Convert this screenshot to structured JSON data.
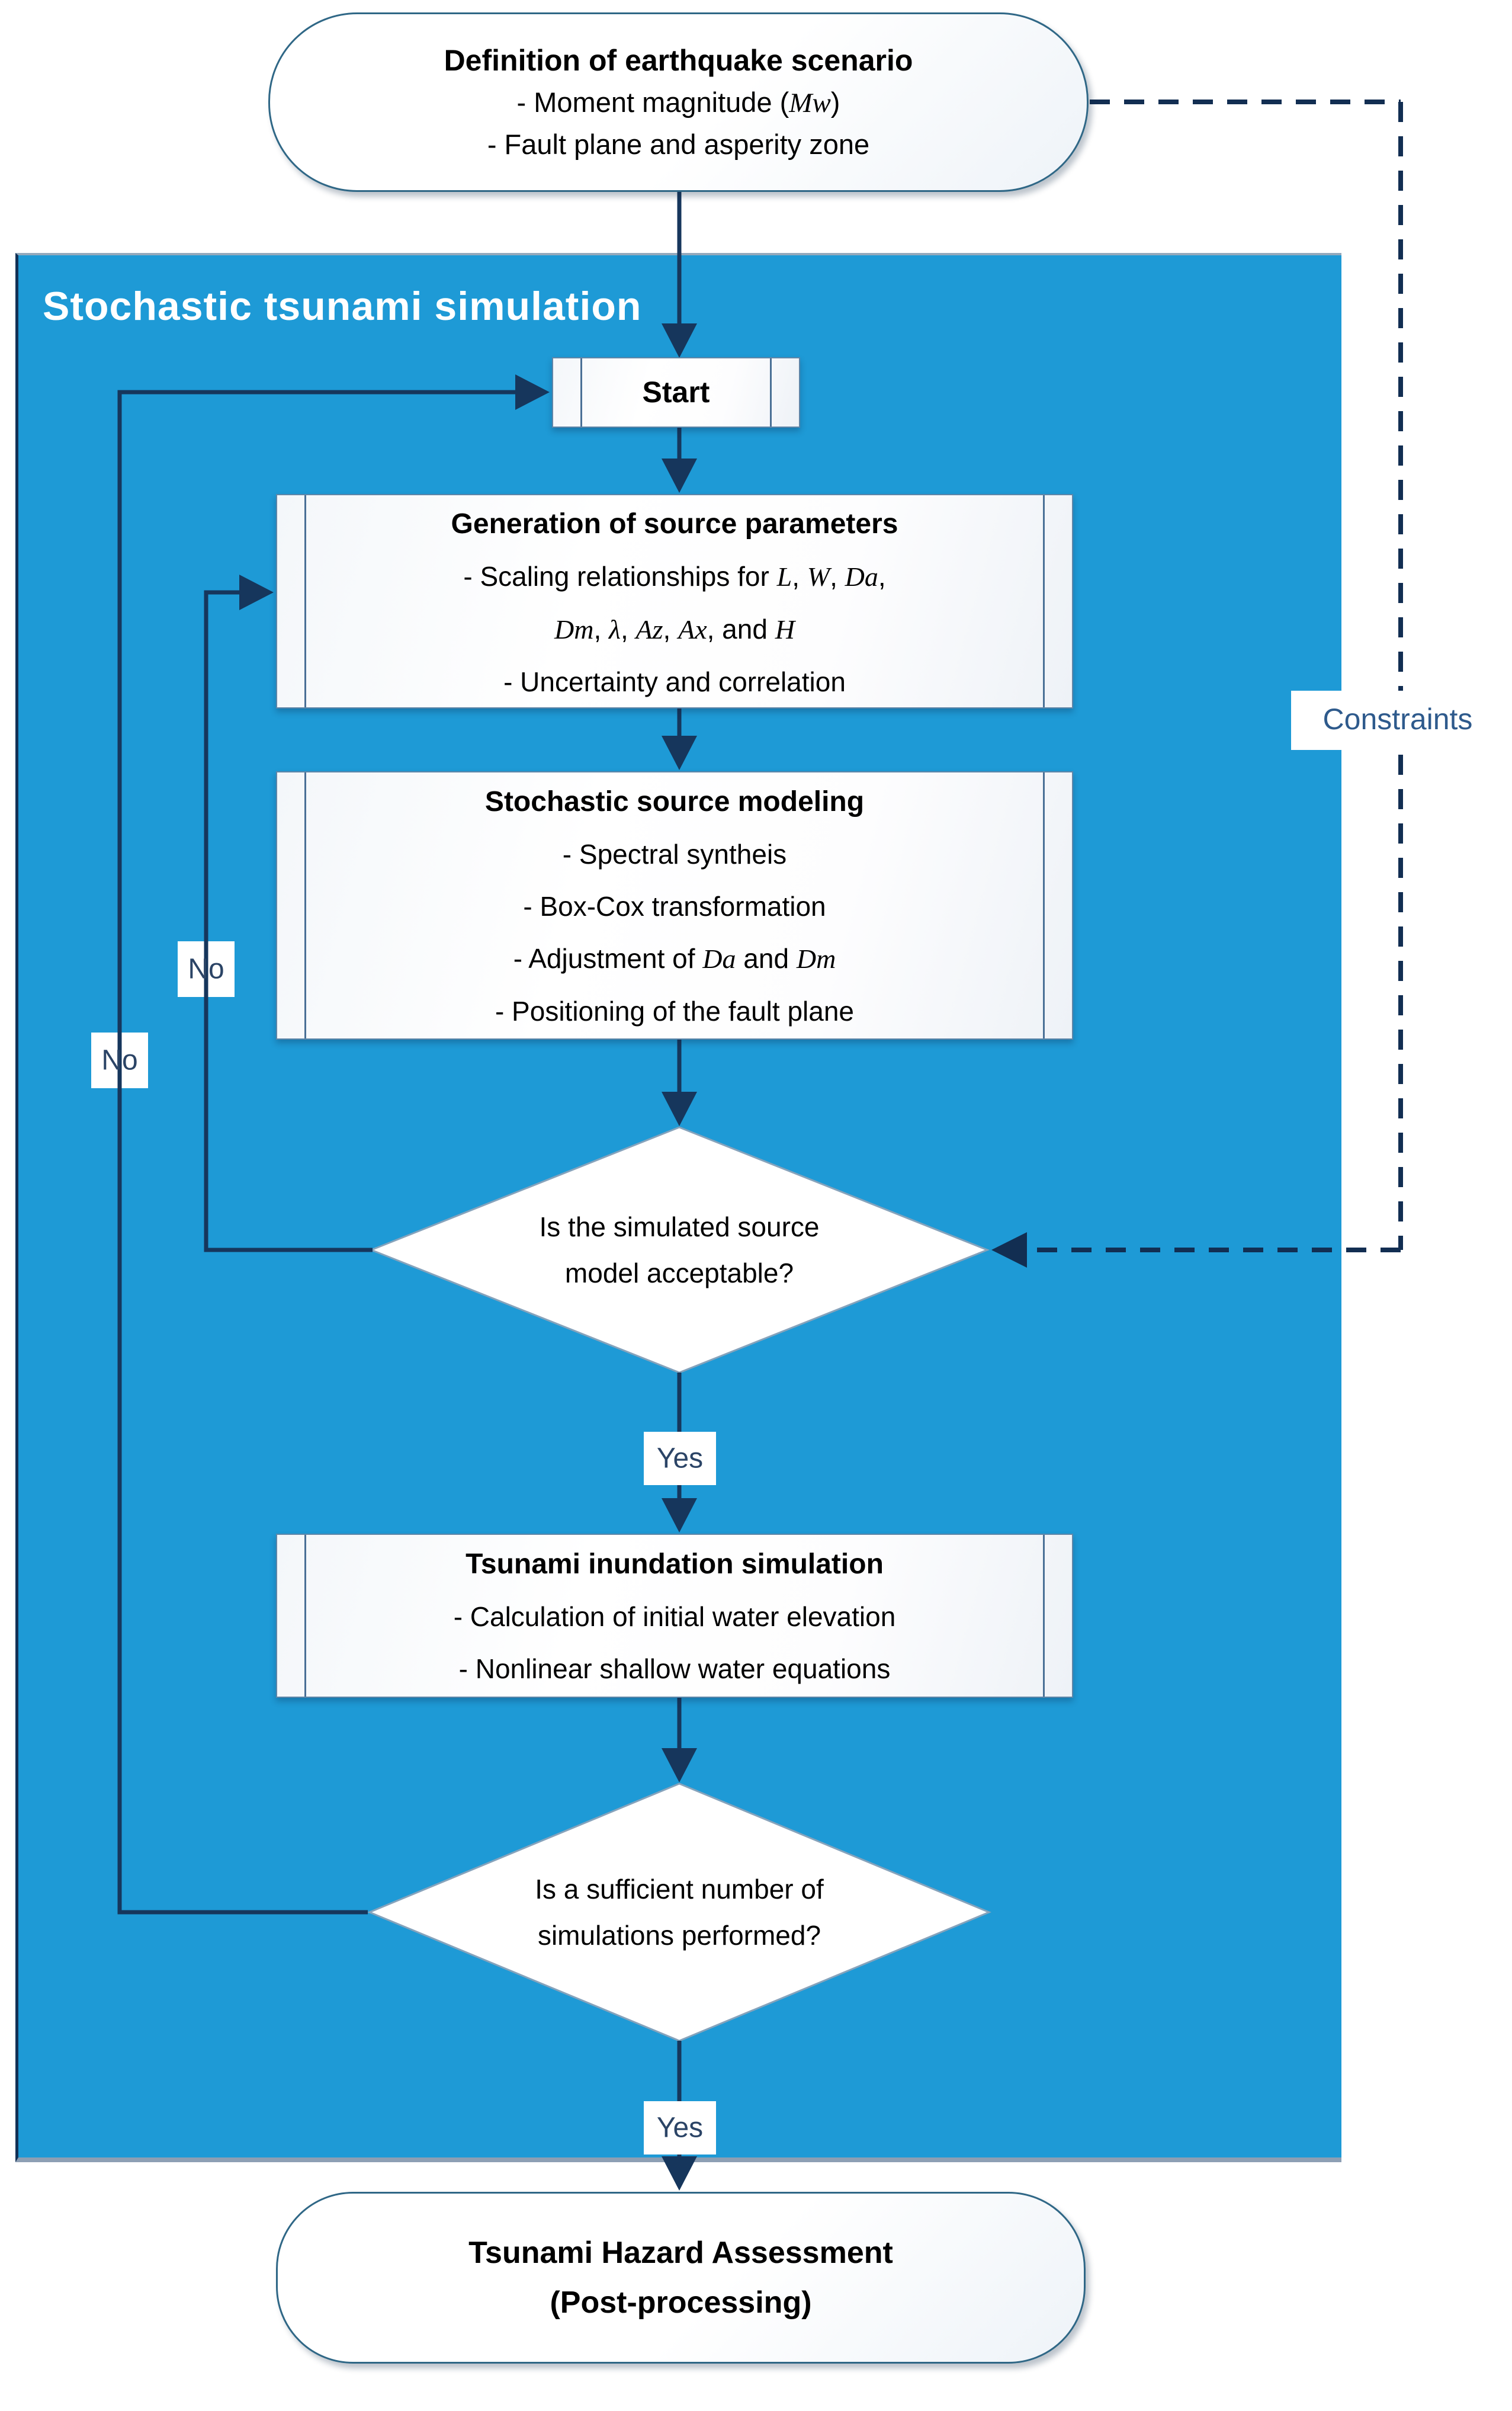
{
  "colors": {
    "container_blue": "#1E9AD6",
    "arrow_navy": "#16365C",
    "dashed_navy": "#122E52",
    "edge_label_text": "#2B4466",
    "constraints_text": "#2E5A8C",
    "box_border": "#5F86A8",
    "terminator_border": "#2F6786",
    "diamond_border": "#86A3BC"
  },
  "top_terminator": {
    "title": "Definition of earthquake scenario",
    "bullets": [
      [
        {
          "t": "- Moment magnitude ("
        },
        {
          "t": "Mw",
          "i": 1
        },
        {
          "t": ")"
        }
      ],
      [
        {
          "t": "- Fault plane and asperity zone"
        }
      ]
    ]
  },
  "container": {
    "label": "Stochastic tsunami simulation"
  },
  "start_box": {
    "label": "Start"
  },
  "generation_box": {
    "title": "Generation of source parameters",
    "lines": [
      [
        {
          "t": "- Scaling relationships for "
        },
        {
          "t": "L",
          "i": 1
        },
        {
          "t": ", "
        },
        {
          "t": "W",
          "i": 1
        },
        {
          "t": ", "
        },
        {
          "t": "Da",
          "i": 1
        },
        {
          "t": ","
        }
      ],
      [
        {
          "t": "Dm",
          "i": 1
        },
        {
          "t": ", "
        },
        {
          "t": "λ",
          "i": 1
        },
        {
          "t": ", "
        },
        {
          "t": "Az",
          "i": 1
        },
        {
          "t": ", "
        },
        {
          "t": "Ax",
          "i": 1
        },
        {
          "t": ", and "
        },
        {
          "t": "H",
          "i": 1
        }
      ],
      [
        {
          "t": "- Uncertainty and correlation"
        }
      ]
    ]
  },
  "modeling_box": {
    "title": "Stochastic source modeling",
    "lines": [
      [
        {
          "t": "- Spectral syntheis"
        }
      ],
      [
        {
          "t": "- Box-Cox transformation"
        }
      ],
      [
        {
          "t": "- Adjustment of "
        },
        {
          "t": "Da",
          "i": 1
        },
        {
          "t": " and "
        },
        {
          "t": "Dm",
          "i": 1
        }
      ],
      [
        {
          "t": "- Positioning of the fault plane"
        }
      ]
    ]
  },
  "decision_source": {
    "line1": "Is the simulated source",
    "line2": "model acceptable?"
  },
  "inundation_box": {
    "title": "Tsunami inundation simulation",
    "lines": [
      [
        {
          "t": "- Calculation of initial water elevation"
        }
      ],
      [
        {
          "t": "- Nonlinear shallow water equations"
        }
      ]
    ]
  },
  "decision_count": {
    "line1": "Is a sufficient number of",
    "line2": "simulations performed?"
  },
  "bottom_terminator": {
    "line1": "Tsunami Hazard Assessment",
    "line2": "(Post-processing)"
  },
  "edge_labels": {
    "yes_source": "Yes",
    "yes_count": "Yes",
    "no_source": "No",
    "no_count": "No",
    "constraints": "Constraints"
  }
}
